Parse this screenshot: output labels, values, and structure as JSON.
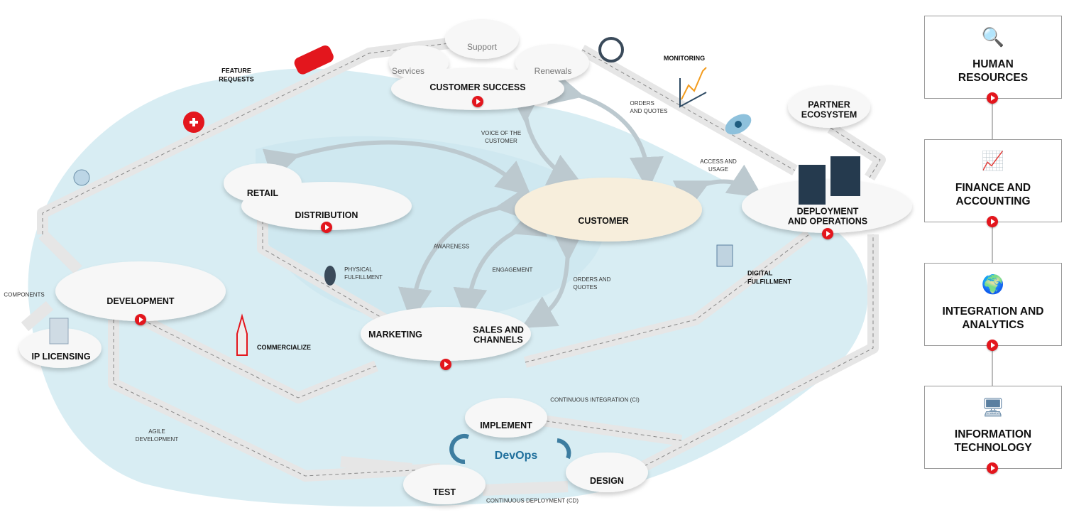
{
  "colors": {
    "accent_red": "#e3161d",
    "background_blue": "#d8edf3",
    "customer_fill": "#f7eedc",
    "devops_blue": "#1f6f9c"
  },
  "nodes": {
    "customer_success": "CUSTOMER SUCCESS",
    "services": "Services",
    "support": "Support",
    "renewals": "Renewals",
    "retail": "RETAIL",
    "distribution": "DISTRIBUTION",
    "customer": "CUSTOMER",
    "deployment": "DEPLOYMENT\nAND OPERATIONS",
    "partner": "PARTNER\nECOSYSTEM",
    "development": "DEVELOPMENT",
    "ip_licensing": "IP LICENSING",
    "marketing": "MARKETING",
    "sales": "SALES AND\nCHANNELS",
    "implement": "IMPLEMENT",
    "test": "TEST",
    "design": "DESIGN",
    "devops": "DevOps"
  },
  "labels": {
    "feature_requests": "FEATURE\nREQUESTS",
    "monitoring": "MONITORING",
    "orders_quotes_top": "ORDERS\nAND QUOTES",
    "voice": "VOICE OF THE\nCUSTOMER",
    "access": "ACCESS AND\nUSAGE",
    "awareness": "AWARENESS",
    "engagement": "ENGAGEMENT",
    "orders_quotes_mid": "ORDERS AND\nQUOTES",
    "physical": "PHYSICAL\nFULFILLMENT",
    "digital": "DIGITAL\nFULFILLMENT",
    "components": "COMPONENTS",
    "commercialize": "COMMERCIALIZE",
    "agile": "AGILE\nDEVELOPMENT",
    "ci": "CONTINUOUS INTEGRATION (CI)",
    "cd": "CONTINUOUS DEPLOYMENT (CD)"
  },
  "sidebar": [
    {
      "label": "HUMAN\nRESOURCES",
      "icon": "people-search-icon"
    },
    {
      "label": "FINANCE AND\nACCOUNTING",
      "icon": "finance-report-icon"
    },
    {
      "label": "INTEGRATION AND\nANALYTICS",
      "icon": "globe-analytics-icon"
    },
    {
      "label": "INFORMATION\nTECHNOLOGY",
      "icon": "it-server-icon"
    }
  ]
}
